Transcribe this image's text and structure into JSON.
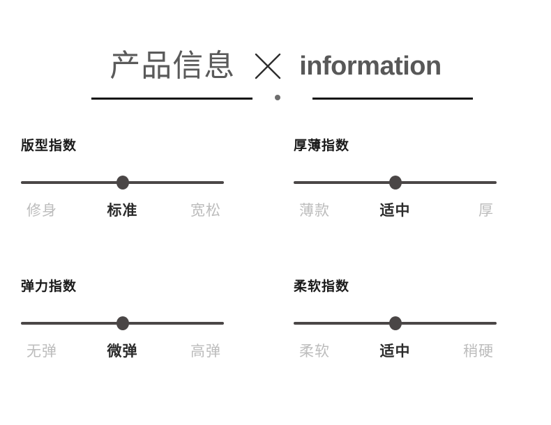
{
  "header": {
    "title_cn": "产品信息",
    "divider_icon": "cross-icon",
    "title_en": "information"
  },
  "sliders": [
    {
      "title": "版型指数",
      "position_percent": 50,
      "labels": [
        "修身",
        "标准",
        "宽松"
      ],
      "active_index": 1,
      "active_label": "标准"
    },
    {
      "title": "厚薄指数",
      "position_percent": 50,
      "labels": [
        "薄款",
        "适中",
        "厚"
      ],
      "active_index": 1,
      "active_label": "适中"
    },
    {
      "title": "弹力指数",
      "position_percent": 50,
      "labels": [
        "无弹",
        "微弹",
        "高弹"
      ],
      "active_index": 1,
      "active_label": "微弹"
    },
    {
      "title": "柔软指数",
      "position_percent": 50,
      "labels": [
        "柔软",
        "适中",
        "稍硬"
      ],
      "active_index": 1,
      "active_label": "适中"
    }
  ],
  "colors": {
    "background": "#ffffff",
    "title_cn": "#5a5a5a",
    "title_en": "#585858",
    "rule": "#111111",
    "section_title": "#1a1a1a",
    "track": "#4a4646",
    "knob": "#4a4646",
    "label_inactive": "#bcbcbc",
    "label_active": "#2b2b2b"
  }
}
